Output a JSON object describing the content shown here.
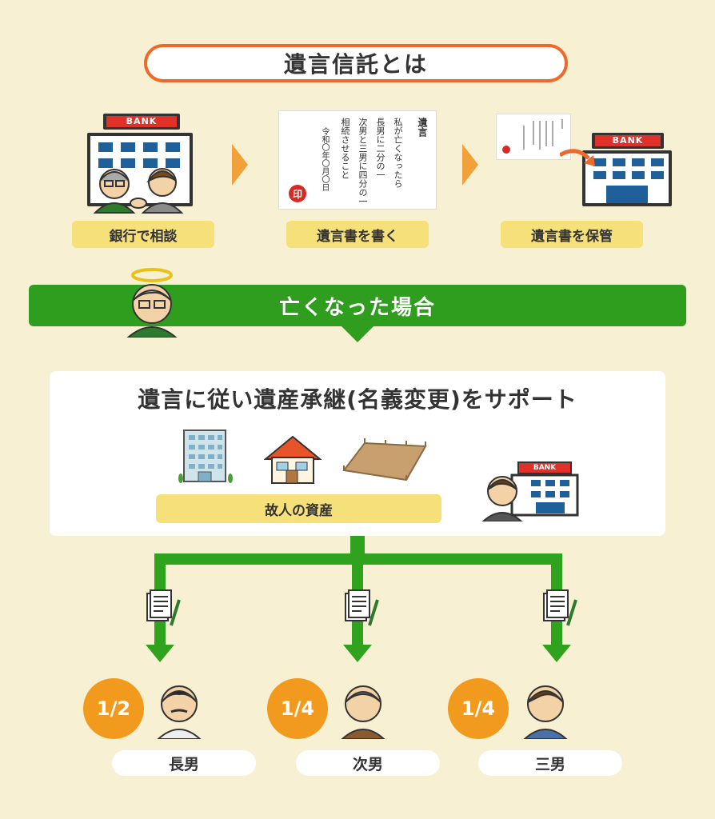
{
  "title": "遺言信託とは",
  "steps": [
    {
      "label": "銀行で相談",
      "bank_sign": "BANK"
    },
    {
      "label": "遺言書を書く"
    },
    {
      "label": "遺言書を保管",
      "bank_sign": "BANK"
    }
  ],
  "will": {
    "heading": "遺言",
    "lines": [
      "私が亡くなったら",
      "長男に二分の一",
      "次男と三男に四分の一",
      "相続させること"
    ],
    "date": "令和〇年〇月〇日",
    "seal": "印"
  },
  "death_banner": "亡くなった場合",
  "support_text": "遺言に従い遺産承継(名義変更)をサポート",
  "assets_label": "故人の資産",
  "support_bank_sign": "BANK",
  "heirs": [
    {
      "fraction": "1/2",
      "name": "長男"
    },
    {
      "fraction": "1/4",
      "name": "次男"
    },
    {
      "fraction": "1/4",
      "name": "三男"
    }
  ],
  "colors": {
    "orange": "#ee6a2a",
    "green": "#2f9e1e",
    "yellow": "#f6e07a",
    "background": "#f8f0d2"
  }
}
